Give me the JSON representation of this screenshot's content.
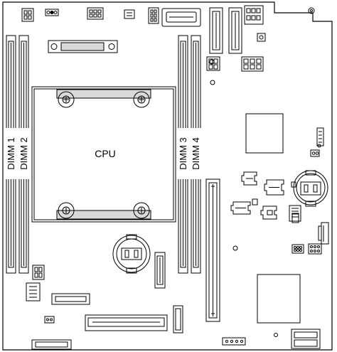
{
  "labels": {
    "cpu": "CPU",
    "dimm1": "DIMM 1",
    "dimm2": "DIMM 2",
    "dimm3": "DIMM 3",
    "dimm4": "DIMM 4"
  },
  "colors": {
    "line": "#000000",
    "fill": "#ffffff",
    "shade": "#d9d9d9"
  }
}
